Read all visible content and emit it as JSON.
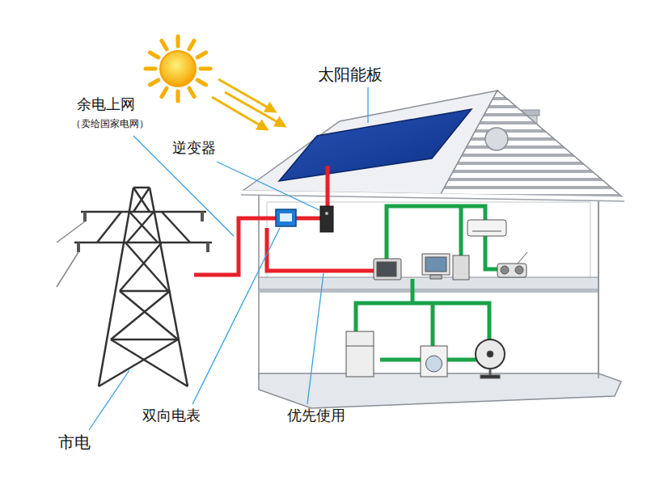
{
  "diagram": {
    "labels": [
      "太阳能板",
      "余电上网",
      "（卖给国家电网）",
      "逆变器",
      "双向电表",
      "优先使用",
      "市电"
    ]
  }
}
